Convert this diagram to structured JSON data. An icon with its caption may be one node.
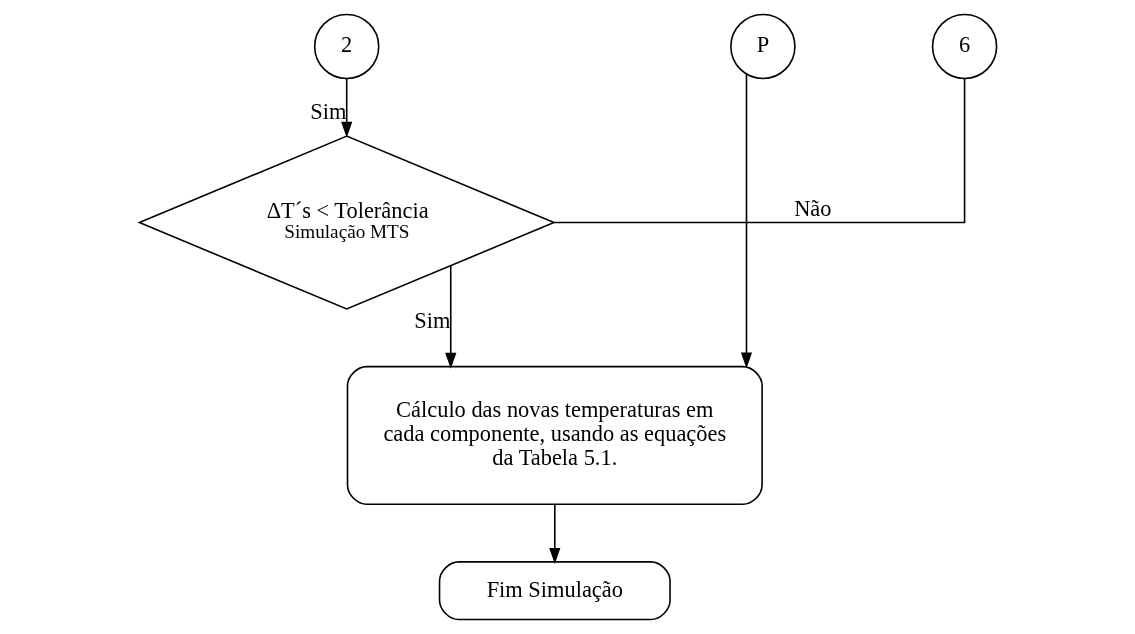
{
  "diagram": {
    "nodes": [
      {
        "text": [
          "2"
        ]
      },
      {
        "text": [
          "P"
        ]
      },
      {
        "text": [
          "6"
        ]
      },
      {
        "text": [
          "ΔT´s < Tolerância",
          "Simulação MTS"
        ]
      },
      {
        "text": [
          "Cálculo das novas temperaturas em cada componente, usando as equações da Tabela 5.1."
        ]
      },
      {
        "text": [
          "Fim Simulação"
        ]
      }
    ],
    "edges": [
      {
        "from": 0,
        "to": 3,
        "arrow": "to",
        "label": "Sim"
      },
      {
        "from": 3,
        "to": 2,
        "arrow": "none",
        "label": "Não"
      },
      {
        "from": 3,
        "to": 4,
        "arrow": "to",
        "label": "Sim"
      },
      {
        "from": 1,
        "to": 4,
        "arrow": "to"
      },
      {
        "from": 4,
        "to": 5,
        "arrow": "to"
      }
    ]
  }
}
